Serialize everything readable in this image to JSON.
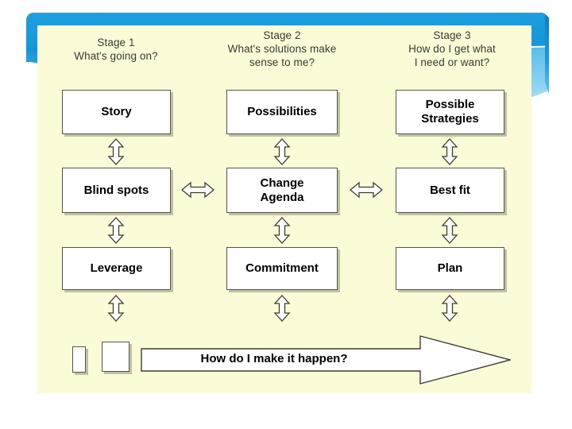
{
  "slide": {
    "background_color": "#ffffff",
    "canvas_color": "#fbfbd8",
    "banner_color_dark": "#169cdd",
    "banner_color_light": "#8ad2f3",
    "box_fill": "#ffffff",
    "box_border": "#555549"
  },
  "stages": [
    {
      "title": "Stage 1",
      "question_line1": "What's going on?",
      "question_line2": ""
    },
    {
      "title": "Stage 2",
      "question_line1": "What's solutions make",
      "question_line2": "sense to me?"
    },
    {
      "title": "Stage 3",
      "question_line1": "How do I get what",
      "question_line2": "I need or want?"
    }
  ],
  "boxes": {
    "row1": [
      {
        "label": "Story",
        "label_line2": ""
      },
      {
        "label": "Possibilities",
        "label_line2": ""
      },
      {
        "label": "Possible",
        "label_line2": "Strategies"
      }
    ],
    "row2": [
      {
        "label": "Blind spots",
        "label_line2": ""
      },
      {
        "label": "Change",
        "label_line2": "Agenda"
      },
      {
        "label": "Best fit",
        "label_line2": ""
      }
    ],
    "row3": [
      {
        "label": "Leverage",
        "label_line2": ""
      },
      {
        "label": "Commitment",
        "label_line2": ""
      },
      {
        "label": "Plan",
        "label_line2": ""
      }
    ]
  },
  "footer": {
    "arrow_label": "How do I make it happen?"
  },
  "icons": {
    "vertical_double_arrow": "double-arrow-vertical",
    "horizontal_double_arrow": "double-arrow-horizontal",
    "big_right_arrow": "block-arrow-right"
  }
}
